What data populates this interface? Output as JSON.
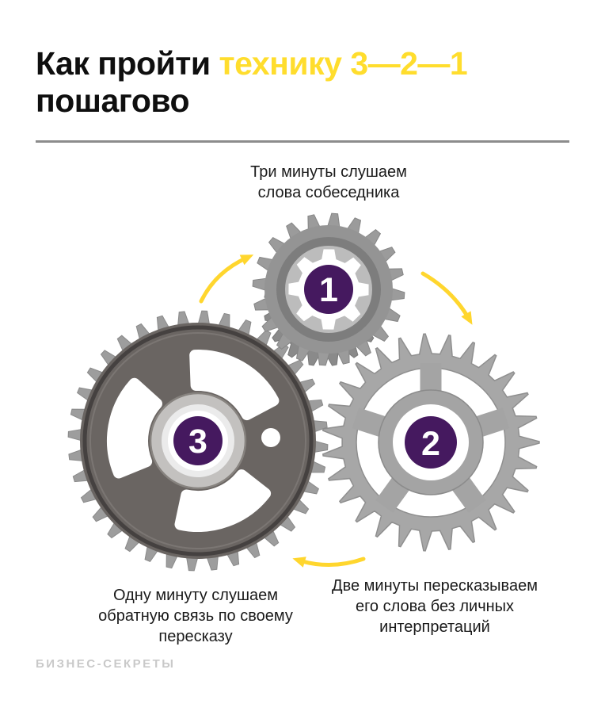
{
  "title": {
    "part1": "Как пройти",
    "highlight": "технику 3—2—1",
    "part2": "пошагово"
  },
  "steps": [
    {
      "number": "1",
      "caption": "Три минуты слушаем\nслова собеседника"
    },
    {
      "number": "2",
      "caption": "Две минуты пересказываем\nего слова без личных\nинтерпретаций"
    },
    {
      "number": "3",
      "caption": "Одну минуту слушаем\nобратную связь по своему\nпересказу"
    }
  ],
  "footer": {
    "brand": "БИЗНЕС-СЕКРЕТЫ"
  },
  "colors": {
    "accent_yellow": "#FFDD2D",
    "arrow_yellow": "#FFD62E",
    "step_purple": "#45195F",
    "divider_gray": "#8C8C8C",
    "brand_gray": "#C9C9C9"
  }
}
